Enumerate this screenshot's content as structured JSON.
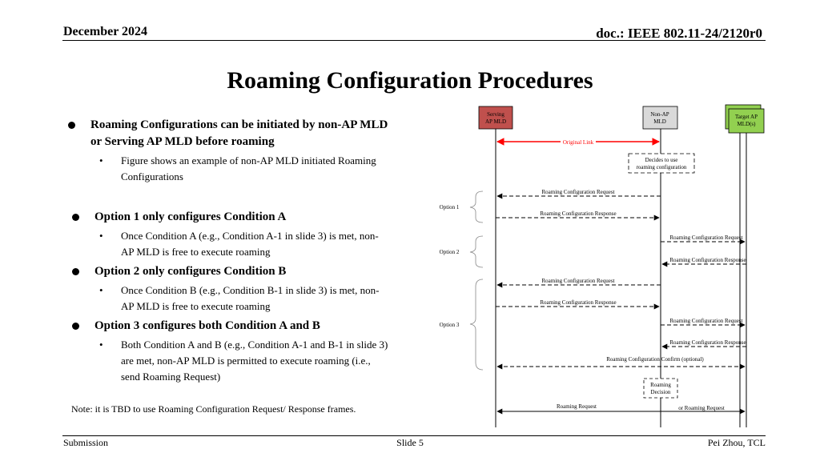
{
  "header": {
    "date": "December 2024",
    "doc": "doc.: IEEE 802.11-24/2120r0"
  },
  "title": "Roaming Configuration Procedures",
  "bullets": {
    "intro": {
      "line1": "Roaming Configurations can be initiated by non-AP MLD",
      "line2": "or Serving AP MLD before roaming",
      "sub_line1": "Figure shows an example of  non-AP MLD initiated Roaming",
      "sub_line2": "Configurations"
    },
    "opt1": {
      "heading": "Option 1 only configures Condition A",
      "sub_line1": "Once Condition A (e.g., Condition A-1 in slide 3) is met, non-",
      "sub_line2": "AP MLD is free to execute roaming"
    },
    "opt2": {
      "heading": "Option 2 only configures Condition B",
      "sub_line1": "Once Condition B (e.g., Condition B-1 in slide 3) is met, non-",
      "sub_line2": "AP MLD is free to execute roaming"
    },
    "opt3": {
      "heading": "Option 3 configures both Condition A and B",
      "sub_line1": "Both Condition A and B (e.g., Condition A-1 and B-1 in slide 3)",
      "sub_line2": "are met, non-AP MLD is permitted to execute roaming (i.e.,",
      "sub_line3": "send Roaming Request)"
    }
  },
  "note": "Note: it is TBD to use Roaming Configuration Request/ Response frames.",
  "footer": {
    "left": "Submission",
    "center": "Slide 5",
    "right": "Pei Zhou, TCL"
  },
  "diagram": {
    "colors": {
      "serving": "#c0504d",
      "nonap": "#d9d9d9",
      "target": "#92d050",
      "link": "#ff0000"
    },
    "entities": {
      "serving_l1": "Serving",
      "serving_l2": "AP MLD",
      "nonap_l1": "Non-AP",
      "nonap_l2": "MLD",
      "target_l1": "Target AP",
      "target_l2": "MLD(s)"
    },
    "original_link": "Original Link",
    "decide_l1": "Decides to use",
    "decide_l2": "roaming configuration",
    "option1": "Option 1",
    "option2": "Option 2",
    "option3": "Option 3",
    "m1": "Roaming Configuration Request",
    "m2": "Roaming Configuration Response",
    "m3": "Roaming Configuration Request",
    "m4": "Roaming Configuration Response",
    "m5": "Roaming Configuration Request",
    "m6": "Roaming Configuration Response",
    "m7": "Roaming Configuration Request",
    "m8": "Roaming Configuration Response",
    "m9": "Roaming Configuration Confirm (optional)",
    "decision_l1": "Roaming",
    "decision_l2": "Decision",
    "roam_req_left": "Roaming Request",
    "roam_req_right": "or  Roaming Request"
  }
}
